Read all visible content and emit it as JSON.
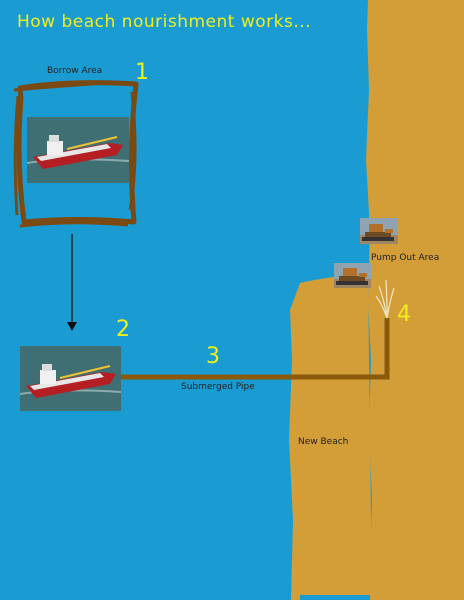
{
  "title": "How beach nourishment works...",
  "labels": {
    "borrow_area": "Borrow Area",
    "pump_out_area": "Pump Out Area",
    "submerged_pipe": "Submerged Pipe",
    "new_beach": "New Beach"
  },
  "steps": [
    "1",
    "2",
    "3",
    "4"
  ],
  "colors": {
    "water": "#1a9cd3",
    "sand": "#d39d38",
    "pipe": "#8a5a0a",
    "borrow_frame": "#7a4a12",
    "number_text": "#f2ee1a"
  }
}
